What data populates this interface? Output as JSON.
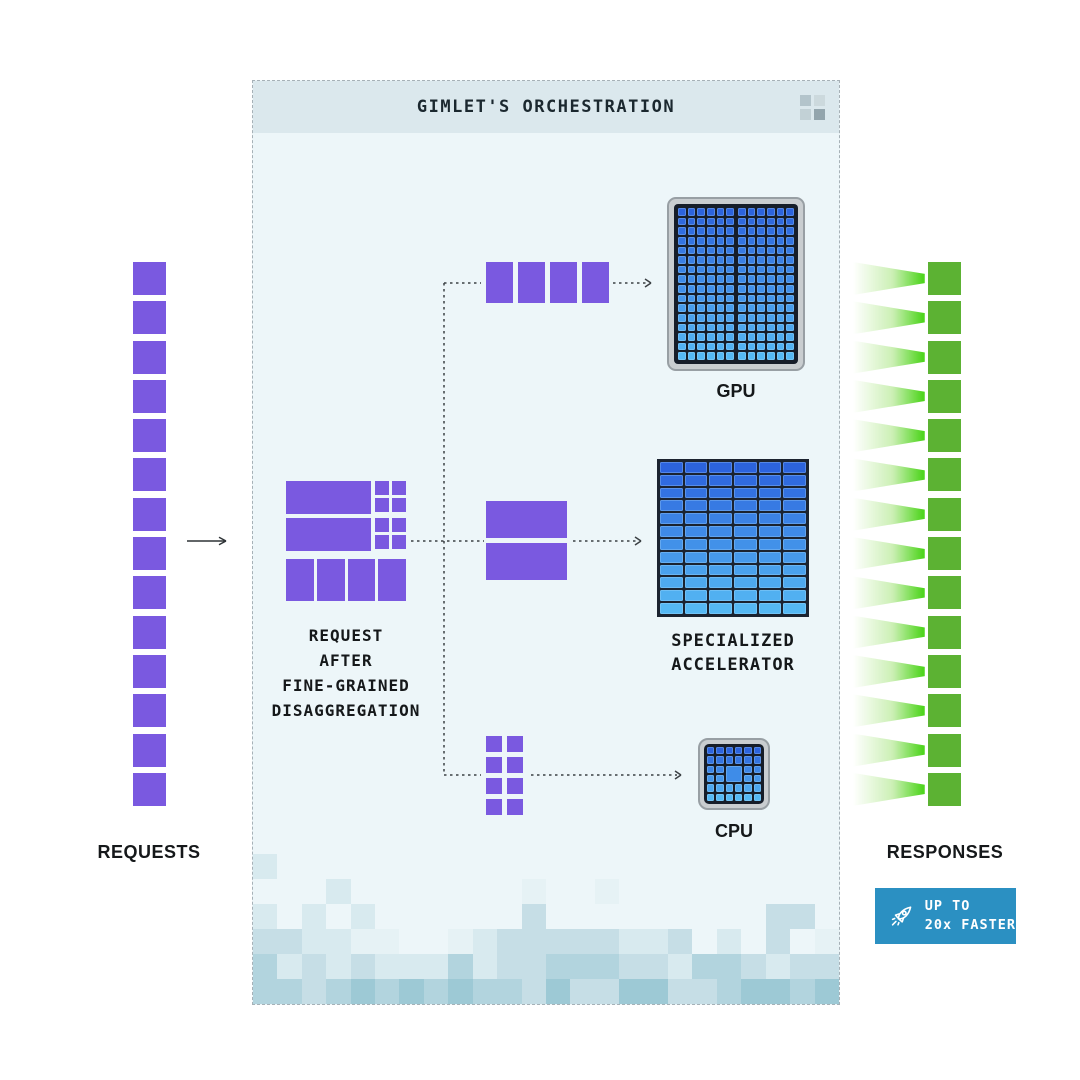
{
  "panel": {
    "title": "GIMLET'S ORCHESTRATION"
  },
  "labels": {
    "requests": "REQUESTS",
    "responses": "RESPONSES",
    "disaggregation_lines": [
      "REQUEST",
      "AFTER",
      "FINE-GRAINED",
      "DISAGGREGATION"
    ],
    "gpu": "GPU",
    "accelerator_lines": [
      "SPECIALIZED",
      "ACCELERATOR"
    ],
    "cpu": "CPU"
  },
  "flows": {
    "requests_count": 14,
    "responses_count": 14,
    "gpu_task_count": 4,
    "accelerator_task_count": 2,
    "cpu_task_count": 8
  },
  "badge": {
    "line1": "UP TO",
    "line2": "20x FASTER",
    "icon": "rocket-icon"
  },
  "chips": {
    "gpu_grid": {
      "cols": 12,
      "rows": 16
    },
    "accelerator_grid": {
      "cols": 6,
      "rows": 12
    },
    "cpu_grid": {
      "cols": 6,
      "rows": 6
    }
  },
  "colors": {
    "request_purple": "#7a59e0",
    "response_green": "#5cb233",
    "trail_green": "#46d313",
    "badge_blue": "#2b90c2",
    "chip_blue_top": "#2c63dd",
    "chip_blue_bottom": "#55b8f3",
    "panel_background": "#edf6f9",
    "header_background": "#dbe8ed"
  }
}
